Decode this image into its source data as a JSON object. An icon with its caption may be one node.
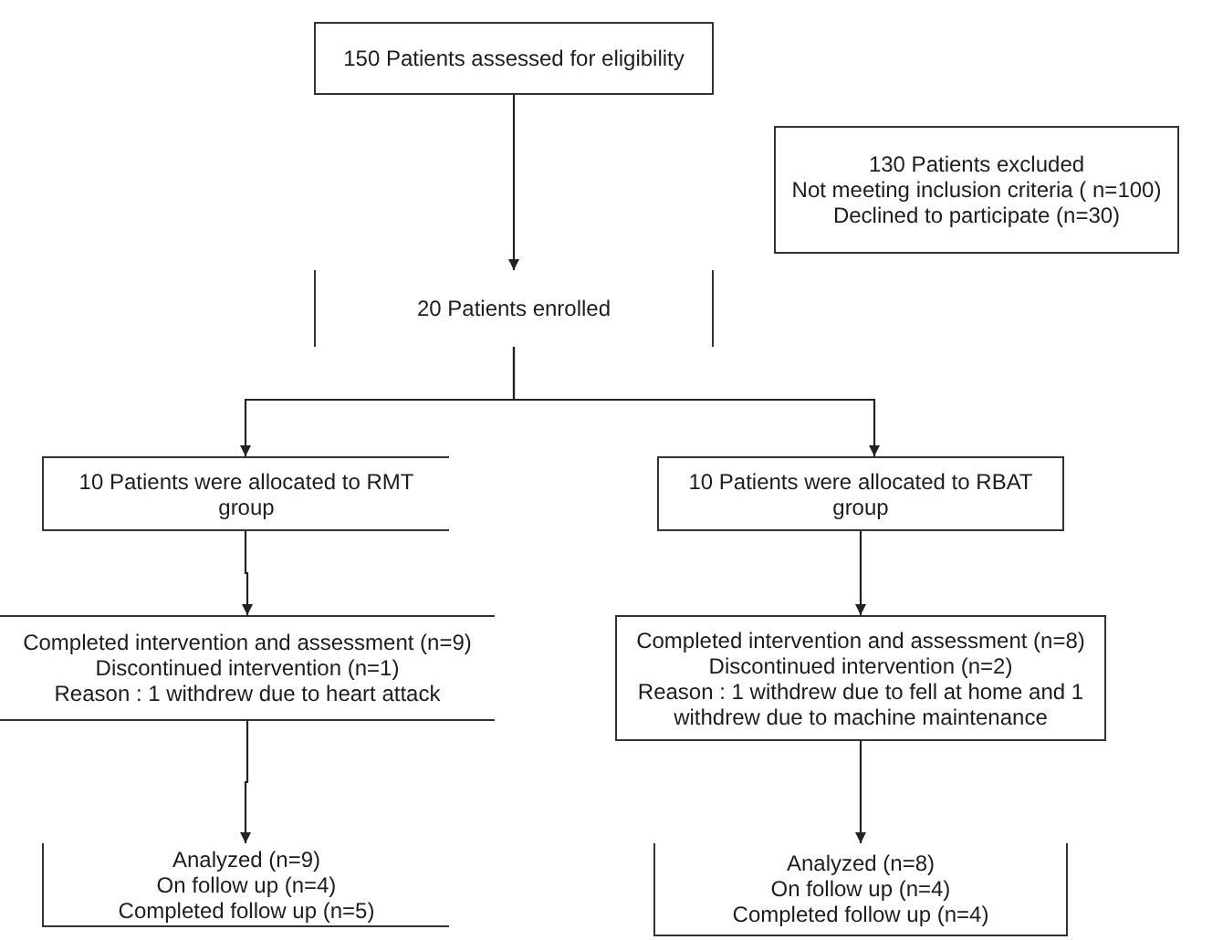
{
  "diagram": {
    "nodes": [
      {
        "text": [
          "150 Patients assessed for eligibility"
        ]
      },
      {
        "text": [
          "130 Patients excluded",
          "Not meeting inclusion criteria ( n=100)",
          "Declined to participate (n=30)"
        ]
      },
      {
        "text": [
          "20 Patients enrolled"
        ]
      },
      {
        "text": [
          "10 Patients were allocated to RMT group"
        ]
      },
      {
        "text": [
          "10 Patients were allocated to RBAT group"
        ]
      },
      {
        "text": [
          "Completed intervention and assessment (n=9)",
          "Discontinued intervention (n=1)",
          "Reason : 1 withdrew due to heart attack"
        ]
      },
      {
        "text": [
          "Completed intervention and assessment (n=8)",
          "Discontinued intervention (n=2)",
          "Reason : 1 withdrew due to fell at home and 1 withdrew due to machine maintenance"
        ]
      },
      {
        "text": [
          "Analyzed (n=9)",
          "On follow up (n=4)",
          "Completed follow up (n=5)"
        ]
      },
      {
        "text": [
          "Analyzed (n=8)",
          "On follow up (n=4)",
          "Completed follow up (n=4)"
        ]
      }
    ],
    "edges": [
      {
        "from": 0,
        "to": 2,
        "arrow": "to"
      },
      {
        "from": 2,
        "to": 3,
        "arrow": "to"
      },
      {
        "from": 2,
        "to": 4,
        "arrow": "to"
      },
      {
        "from": 3,
        "to": 5,
        "arrow": "to"
      },
      {
        "from": 4,
        "to": 6,
        "arrow": "to"
      },
      {
        "from": 5,
        "to": 7,
        "arrow": "to"
      },
      {
        "from": 6,
        "to": 8,
        "arrow": "to"
      }
    ]
  }
}
